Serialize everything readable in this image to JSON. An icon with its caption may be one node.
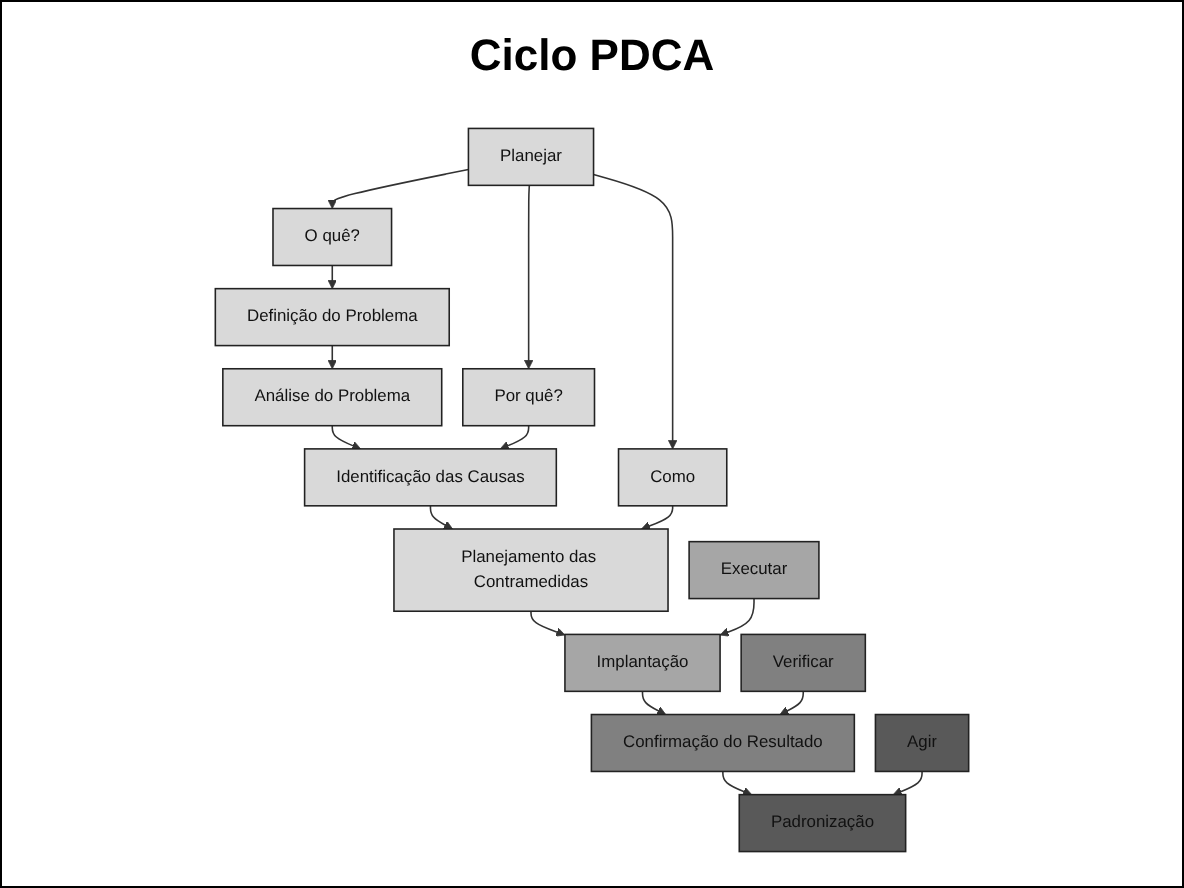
{
  "diagram": {
    "title": "Ciclo PDCA",
    "nodes": [
      {
        "text": [
          "Planejar"
        ]
      },
      {
        "text": [
          "O quê?"
        ]
      },
      {
        "text": [
          "Por quê?"
        ]
      },
      {
        "text": [
          "Como"
        ]
      },
      {
        "text": [
          "Definição do Problema"
        ]
      },
      {
        "text": [
          "Análise do Problema"
        ]
      },
      {
        "text": [
          "Identificação das Causas"
        ]
      },
      {
        "text": [
          "Planejamento das Contramedidas"
        ]
      },
      {
        "text": [
          "Executar"
        ]
      },
      {
        "text": [
          "Implantação"
        ]
      },
      {
        "text": [
          "Verificar"
        ]
      },
      {
        "text": [
          "Confirmação do Resultado"
        ]
      },
      {
        "text": [
          "Agir"
        ]
      },
      {
        "text": [
          "Padronização"
        ]
      }
    ],
    "edges": [
      {
        "from": 0,
        "to": 1,
        "arrow": "to"
      },
      {
        "from": 0,
        "to": 2,
        "arrow": "to"
      },
      {
        "from": 0,
        "to": 3,
        "arrow": "to"
      },
      {
        "from": 1,
        "to": 4,
        "arrow": "to"
      },
      {
        "from": 4,
        "to": 5,
        "arrow": "to"
      },
      {
        "from": 5,
        "to": 6,
        "arrow": "to"
      },
      {
        "from": 2,
        "to": 6,
        "arrow": "to"
      },
      {
        "from": 6,
        "to": 7,
        "arrow": "to"
      },
      {
        "from": 3,
        "to": 7,
        "arrow": "to"
      },
      {
        "from": 7,
        "to": 9,
        "arrow": "to"
      },
      {
        "from": 8,
        "to": 9,
        "arrow": "to"
      },
      {
        "from": 9,
        "to": 11,
        "arrow": "to"
      },
      {
        "from": 10,
        "to": 11,
        "arrow": "to"
      },
      {
        "from": 11,
        "to": 13,
        "arrow": "to"
      },
      {
        "from": 12,
        "to": 13,
        "arrow": "to"
      }
    ]
  }
}
